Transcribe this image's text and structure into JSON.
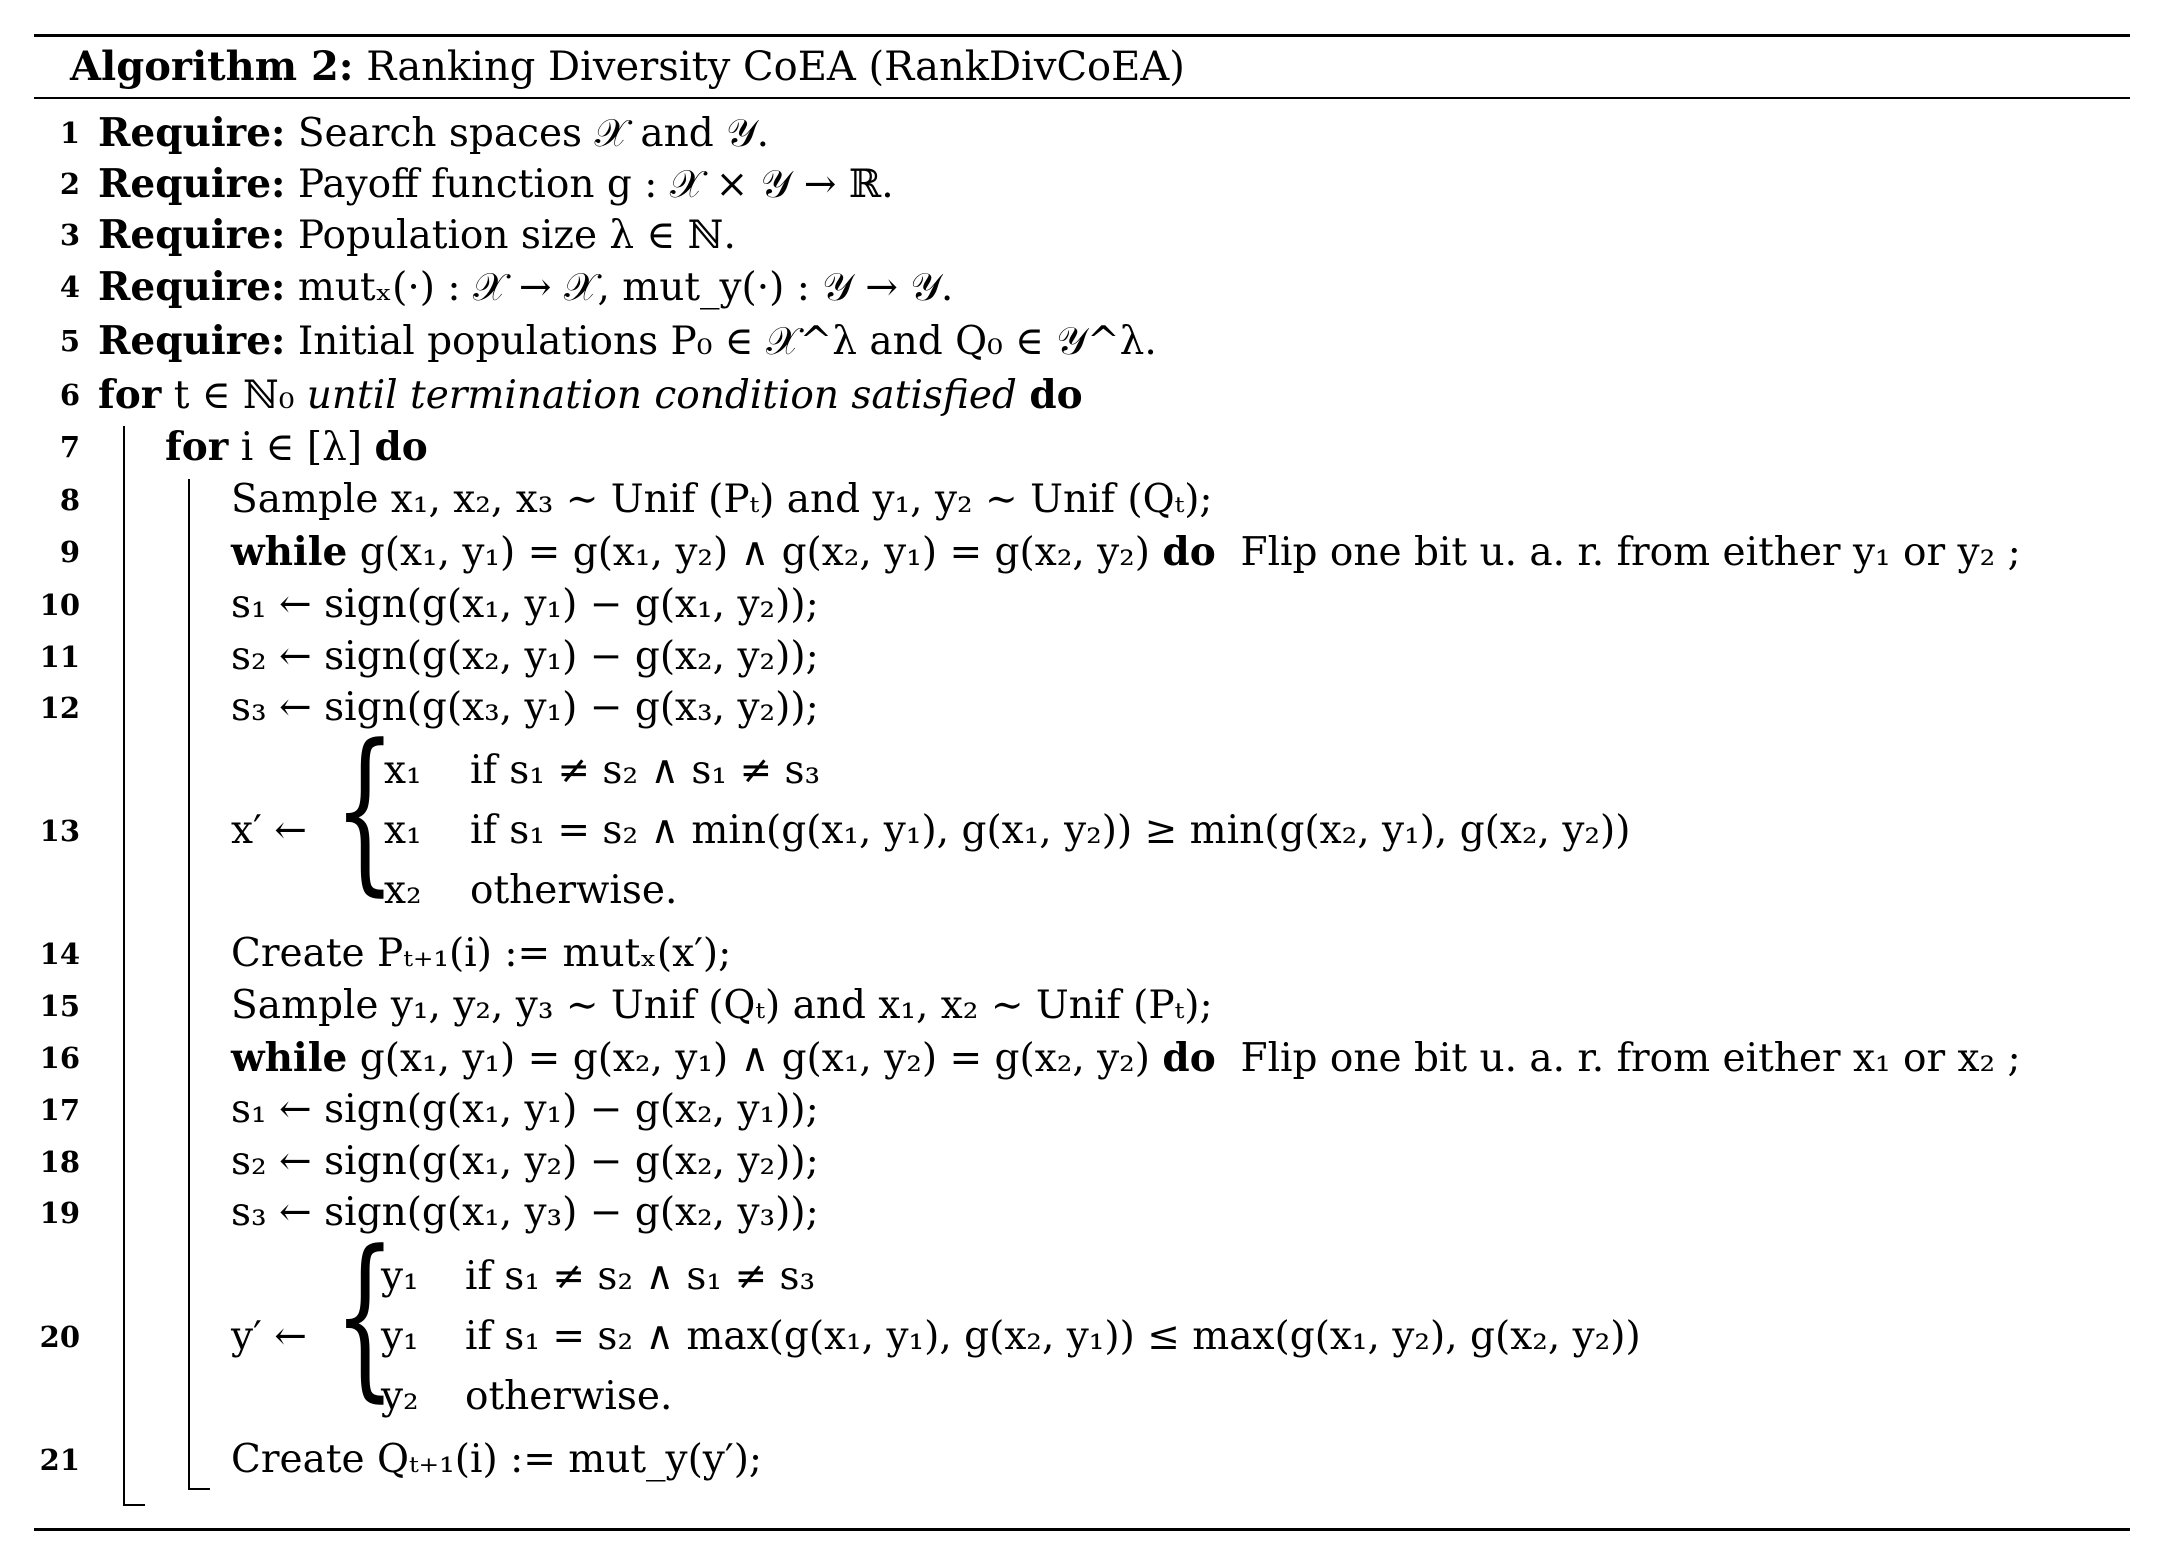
{
  "algorithm": {
    "label": "Algorithm 2:",
    "title": "Ranking Diversity CoEA (RankDivCoEA)"
  },
  "lines": [
    {
      "no": "1",
      "keyword": "Require:",
      "text": "Search spaces 𝒳 and 𝒴."
    },
    {
      "no": "2",
      "keyword": "Require:",
      "text": "Payoff function g : 𝒳 × 𝒴 → ℝ."
    },
    {
      "no": "3",
      "keyword": "Require:",
      "text": "Population size λ ∈ ℕ."
    },
    {
      "no": "4",
      "keyword": "Require:",
      "text": "mutₓ(·) : 𝒳 → 𝒳, mut_y(·) : 𝒴 → 𝒴."
    },
    {
      "no": "5",
      "keyword": "Require:",
      "text": "Initial populations P₀ ∈ 𝒳^λ and Q₀ ∈ 𝒴^λ."
    },
    {
      "no": "6",
      "keyword": "for",
      "text": "t ∈ ℕ₀",
      "condition": "until termination condition satisfied",
      "keyword_end": "do"
    },
    {
      "no": "7",
      "keyword": "for",
      "text": "i ∈ [λ]",
      "keyword_end": "do"
    },
    {
      "no": "8",
      "text": "Sample x₁, x₂, x₃ ∼ Unif (Pₜ) and y₁, y₂ ∼ Unif (Qₜ);"
    },
    {
      "no": "9",
      "keyword": "while",
      "text": "g(x₁, y₁) = g(x₁, y₂) ∧ g(x₂, y₁) = g(x₂, y₂)",
      "keyword_end": "do",
      "body": "Flip one bit u. a. r. from either y₁ or y₂ ;"
    },
    {
      "no": "10",
      "text": "s₁ ← sign(g(x₁, y₁) − g(x₁, y₂));"
    },
    {
      "no": "11",
      "text": "s₂ ← sign(g(x₂, y₁) − g(x₂, y₂));"
    },
    {
      "no": "12",
      "text": "s₃ ← sign(g(x₃, y₁) − g(x₃, y₂));"
    },
    {
      "no": "13",
      "text": "x′ ←",
      "cases": [
        {
          "value": "x₁",
          "cond": "if s₁ ≠ s₂ ∧ s₁ ≠ s₃"
        },
        {
          "value": "x₁",
          "cond": "if s₁ = s₂ ∧ min(g(x₁, y₁), g(x₁, y₂)) ≥ min(g(x₂, y₁), g(x₂, y₂))"
        },
        {
          "value": "x₂",
          "cond": "otherwise."
        }
      ]
    },
    {
      "no": "14",
      "text": "Create Pₜ₊₁(i) := mutₓ(x′);"
    },
    {
      "no": "15",
      "text": "Sample y₁, y₂, y₃ ∼ Unif (Qₜ) and x₁, x₂ ∼ Unif (Pₜ);"
    },
    {
      "no": "16",
      "keyword": "while",
      "text": "g(x₁, y₁) = g(x₂, y₁) ∧ g(x₁, y₂) = g(x₂, y₂)",
      "keyword_end": "do",
      "body": "Flip one bit u. a. r. from either x₁ or x₂ ;"
    },
    {
      "no": "17",
      "text": "s₁ ← sign(g(x₁, y₁) − g(x₂, y₁));"
    },
    {
      "no": "18",
      "text": "s₂ ← sign(g(x₁, y₂) − g(x₂, y₂));"
    },
    {
      "no": "19",
      "text": "s₃ ← sign(g(x₁, y₃) − g(x₂, y₃));"
    },
    {
      "no": "20",
      "text": "y′ ←",
      "cases": [
        {
          "value": "y₁",
          "cond": "if s₁ ≠ s₂ ∧ s₁ ≠ s₃"
        },
        {
          "value": "y₁",
          "cond": "if s₁ = s₂ ∧ max(g(x₁, y₁), g(x₂, y₁)) ≤ max(g(x₁, y₂), g(x₂, y₂))"
        },
        {
          "value": "y₂",
          "cond": "otherwise."
        }
      ]
    },
    {
      "no": "21",
      "text": "Create Qₜ₊₁(i) := mut_y(y′);"
    }
  ]
}
